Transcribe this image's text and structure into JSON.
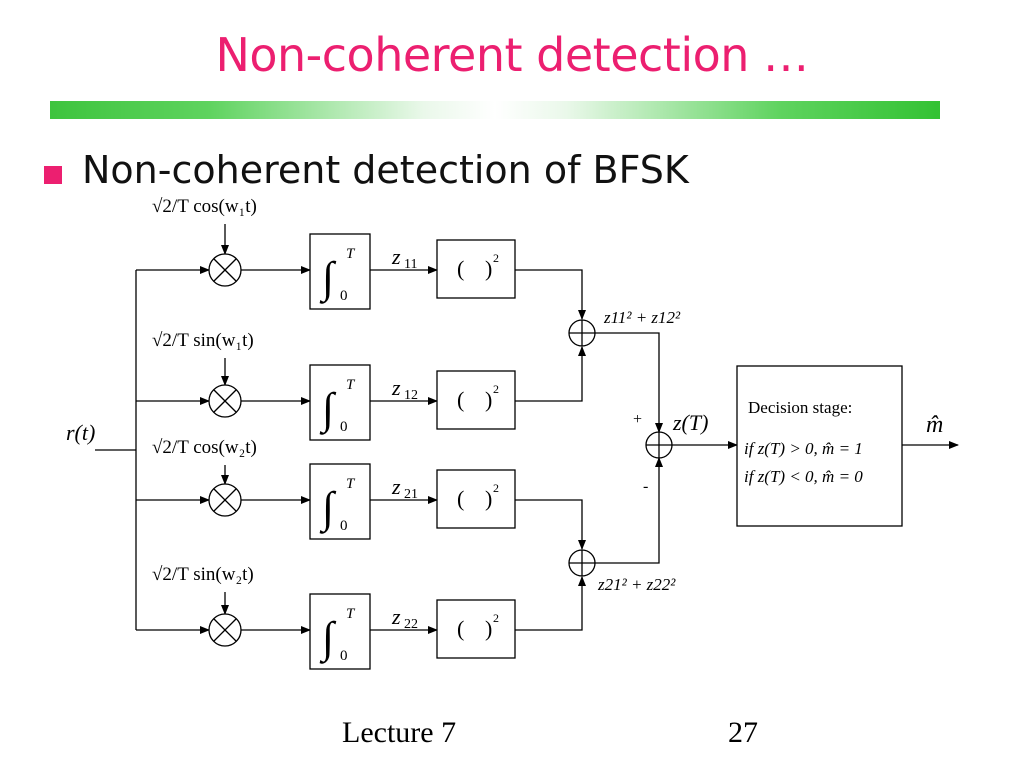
{
  "slide": {
    "title": "Non-coherent detection …",
    "bullet": "Non-coherent detection of BFSK",
    "footer_left": "Lecture 7",
    "footer_right": "27",
    "accent_color": "#ec1f70",
    "rule_color": "#3ec43e"
  },
  "diagram": {
    "input_label": "r(t)",
    "output_label": "m̂",
    "branches": [
      {
        "osc_prefix": "√2/T",
        "osc_func": "cos",
        "osc_arg": "w₁t",
        "z_base": "z",
        "z_sub": "11",
        "sq_open": "(",
        "sq_close": ")",
        "sq_exp": "2",
        "int_upper": "T",
        "int_lower": "0"
      },
      {
        "osc_prefix": "√2/T",
        "osc_func": "sin",
        "osc_arg": "w₁t",
        "z_base": "z",
        "z_sub": "12",
        "sq_open": "(",
        "sq_close": ")",
        "sq_exp": "2",
        "int_upper": "T",
        "int_lower": "0"
      },
      {
        "osc_prefix": "√2/T",
        "osc_func": "cos",
        "osc_arg": "w₂t",
        "z_base": "z",
        "z_sub": "21",
        "sq_open": "(",
        "sq_close": ")",
        "sq_exp": "2",
        "int_upper": "T",
        "int_lower": "0"
      },
      {
        "osc_prefix": "√2/T",
        "osc_func": "sin",
        "osc_arg": "w₂t",
        "z_base": "z",
        "z_sub": "22",
        "sq_open": "(",
        "sq_close": ")",
        "sq_exp": "2",
        "int_upper": "T",
        "int_lower": "0"
      }
    ],
    "sum1_label": "z11² + z12²",
    "sum2_label": "z21² + z22²",
    "plus_sign": "+",
    "minus_sign": "-",
    "zT_label": "z(T)",
    "decision": {
      "title": "Decision stage:",
      "rule1": "if z(T) > 0, m̂ = 1",
      "rule2": "if z(T) < 0, m̂ = 0"
    }
  }
}
